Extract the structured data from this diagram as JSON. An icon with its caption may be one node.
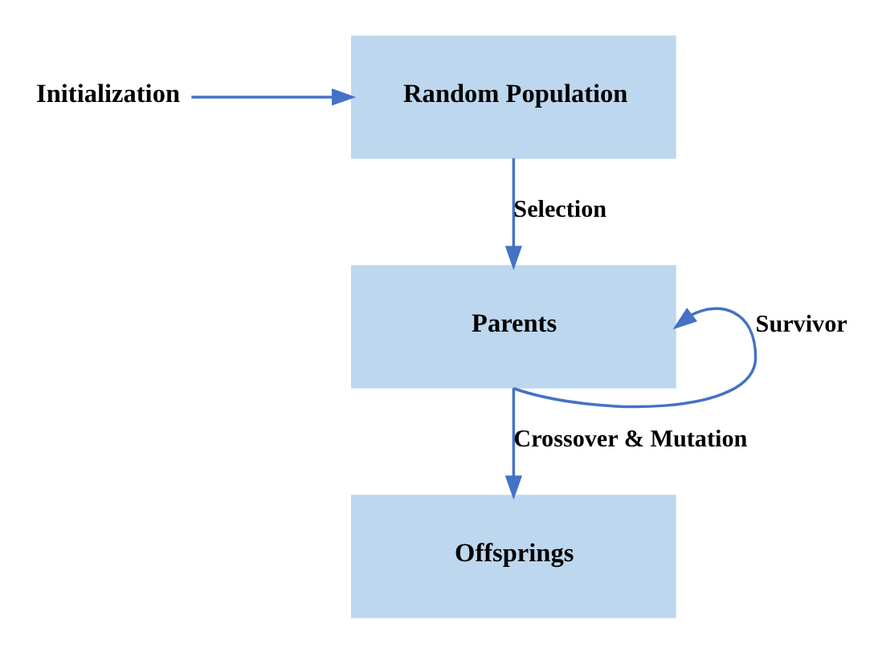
{
  "diagram": {
    "nodes": [
      {
        "text": [
          "Initialization"
        ]
      },
      {
        "text": [
          "Random Population"
        ]
      },
      {
        "text": [
          "Parents"
        ]
      },
      {
        "text": [
          "Offsprings"
        ]
      }
    ],
    "edges": [
      {
        "from": 0,
        "to": 1,
        "arrow": "to"
      },
      {
        "from": 1,
        "to": 2,
        "arrow": "to",
        "label": "Selection"
      },
      {
        "from": 2,
        "to": 3,
        "arrow": "to",
        "label": "Crossover & Mutation"
      },
      {
        "from": 2,
        "to": 2,
        "arrow": "to",
        "label": "Survivor"
      }
    ]
  }
}
